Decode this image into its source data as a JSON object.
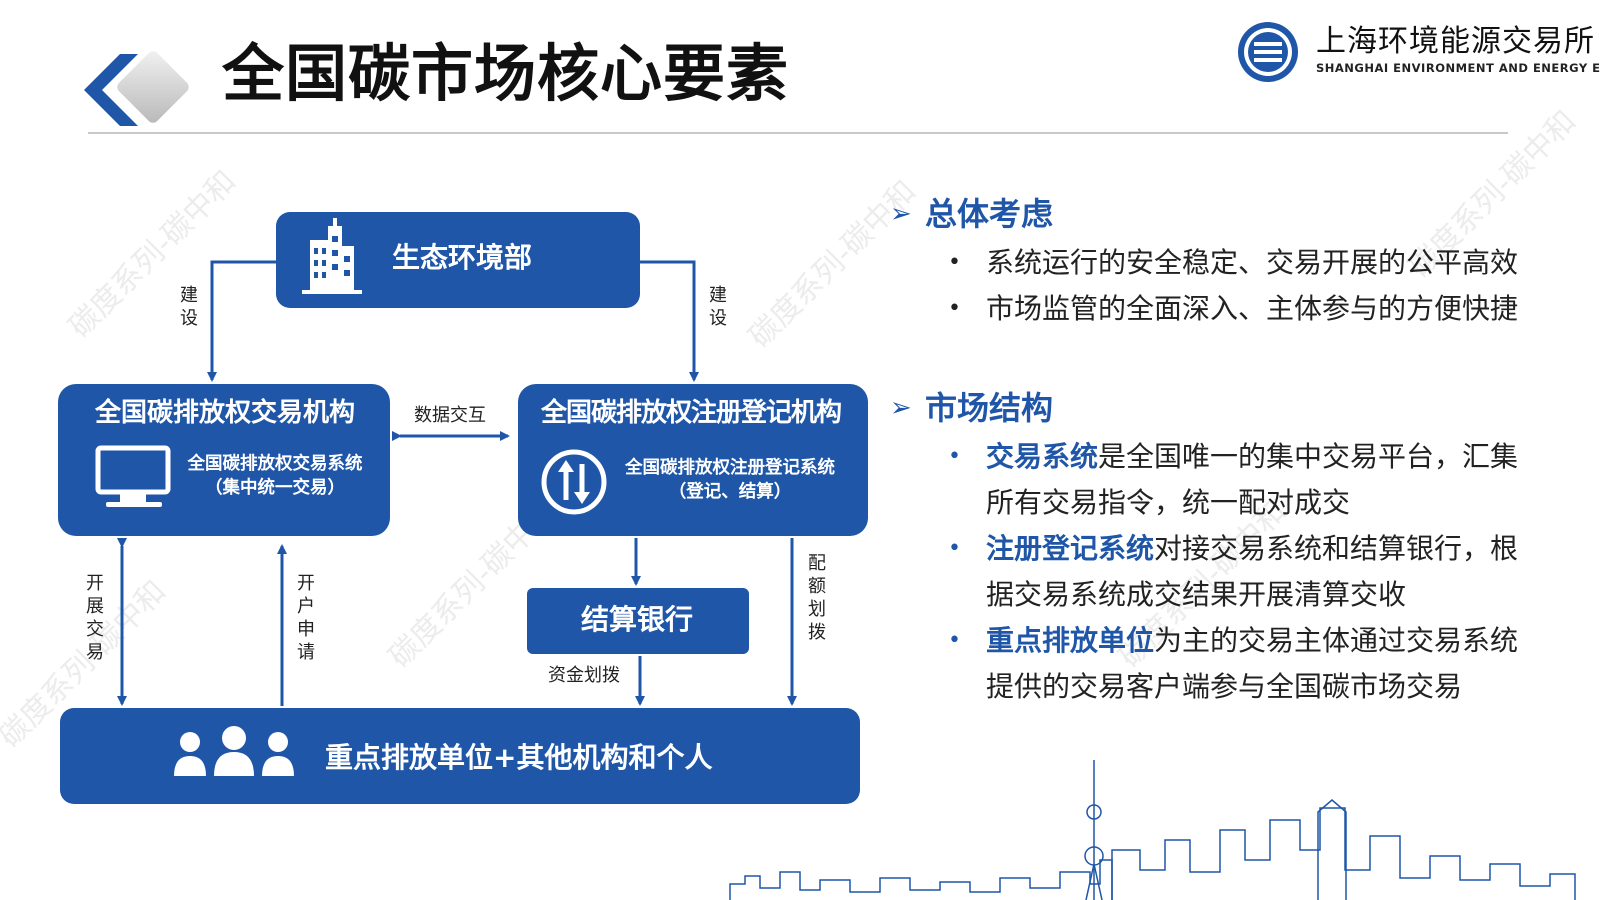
{
  "page_title": "全国碳市场核心要素",
  "logo": {
    "name_cn": "上海环境能源交易所",
    "name_en": "SHANGHAI ENVIRONMENT AND ENERGY EXCHANGE"
  },
  "diagram": {
    "ministry": "生态环境部",
    "trading_institution": {
      "title": "全国碳排放权交易机构",
      "system": "全国碳排放权交易系统",
      "system_note": "（集中统一交易）"
    },
    "registry_institution": {
      "title": "全国碳排放权注册登记机构",
      "system": "全国碳排放权注册登记系统",
      "system_note": "（登记、结算）"
    },
    "settlement_bank": "结算银行",
    "entities": "重点排放单位+其他机构和个人",
    "labels": {
      "build_left": "建设",
      "build_right": "建设",
      "data_exchange": "数据交互",
      "open_trading": "开展交易",
      "open_account": "开户申请",
      "quota_allocation": "配额划拨",
      "fund_transfer": "资金划拨"
    }
  },
  "sections": [
    {
      "title": "总体考虑",
      "bullets": [
        {
          "text": "系统运行的安全稳定、交易开展的公平高效"
        },
        {
          "text": "市场监管的全面深入、主体参与的方便快捷"
        }
      ]
    },
    {
      "title": "市场结构",
      "bullets": [
        {
          "highlight": "交易系统",
          "line1": "是全国唯一的集中交易平台，汇集",
          "line2": "所有交易指令，统一配对成交"
        },
        {
          "highlight": "注册登记系统",
          "line1": "对接交易系统和结算银行，根",
          "line2": "据交易系统成交结果开展清算交收"
        },
        {
          "highlight": "重点排放单位",
          "line1": "为主的交易主体通过交易系统",
          "line2": "提供的交易客户端参与全国碳市场交易"
        }
      ]
    }
  ],
  "watermark": "碳度系列-碳中和",
  "colors": {
    "box_blue": "#1f56a8",
    "heading_blue": "#1f56a8",
    "text": "#222222"
  },
  "icons": [
    "building-icon",
    "monitor-icon",
    "up-down-arrows-icon",
    "people-icon",
    "chevron-left-icon",
    "exchange-logo-icon",
    "skyline-decoration"
  ]
}
